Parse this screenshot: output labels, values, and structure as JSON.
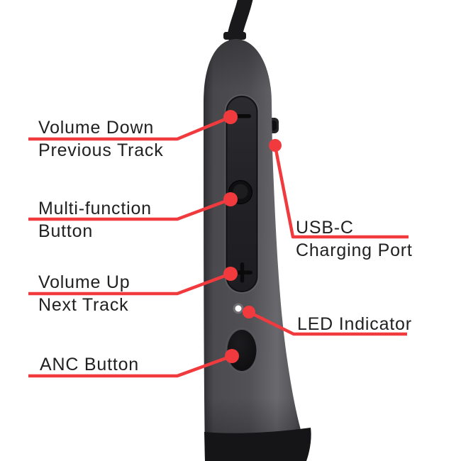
{
  "figure": {
    "type": "product-callout-diagram",
    "subject": "neckband-earphones-inline-control-module",
    "background": "#ffffff",
    "accent_color": "#f13a3d",
    "text_color": "#212121"
  },
  "labels": {
    "volume_down": {
      "line1": "Volume Down",
      "line2": "Previous Track"
    },
    "multi_function": {
      "line1": "Multi-function",
      "line2": "Button"
    },
    "volume_up": {
      "line1": "Volume Up",
      "line2": "Next Track"
    },
    "anc": {
      "line1": "ANC Button"
    },
    "usb_c": {
      "line1": "USB-C",
      "line2": "Charging Port"
    },
    "led": {
      "line1": "LED Indicator"
    }
  },
  "device": {
    "parts": [
      "cable",
      "strain-relief-collar",
      "control-panel",
      "volume-down-minus-button",
      "multi-function-round-button",
      "volume-up-plus-button",
      "usb-c-port",
      "led-indicator-dot",
      "anc-oval-button",
      "neckband-bottom"
    ],
    "colors": {
      "body_gray": "#4e4e52",
      "panel_dark": "#242428",
      "button_black": "#0b0b0c",
      "cable_black": "#19191b",
      "bottom_black": "#151517",
      "led_white": "#ffffff"
    }
  }
}
